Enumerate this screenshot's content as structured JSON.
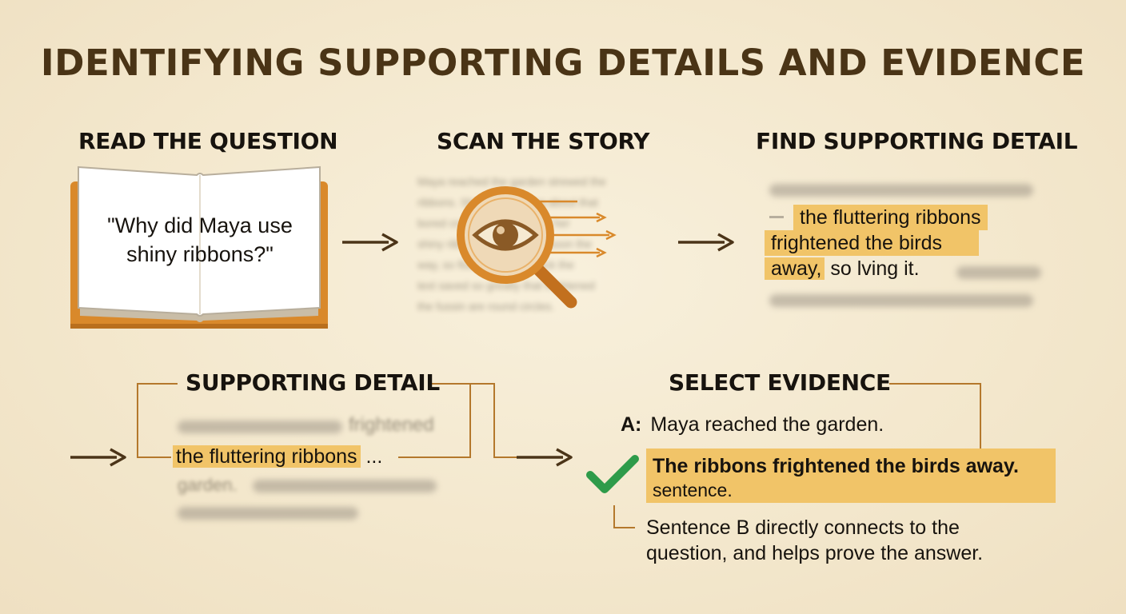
{
  "title": "IDENTIFYING SUPPORTING DETAILS AND EVIDENCE",
  "steps": {
    "read": {
      "heading": "READ THE QUESTION",
      "question": "\"Why did Maya use shiny ribbons?\""
    },
    "scan": {
      "heading": "SCAN THE STORY"
    },
    "find": {
      "heading": "FIND SUPPORTING DETAIL",
      "line1": "the fluttering ribbons",
      "line2": "frightened the birds",
      "line3_bold": "away,",
      "line3_rest": " so lving it."
    },
    "detail": {
      "heading": "SUPPORTING DETAIL",
      "blur_word": "frightened",
      "highlight": "the fluttering ribbons",
      "ellipsis": " ...",
      "blur_word2": "garden."
    },
    "select": {
      "heading": "SELECT EVIDENCE",
      "option_a_letter": "A:",
      "option_a_text": "Maya reached the garden.",
      "option_b_bold": "The ribbons frightened the birds away.",
      "option_b_rest": "sentence.",
      "explanation_line1": "Sentence B directly connects to the",
      "explanation_line2": "question, and helps prove the answer."
    }
  },
  "colors": {
    "background": "#f6ecd6",
    "title": "#4a3416",
    "accent_orange": "#d9892b",
    "highlight": "#f1c468",
    "arrow": "#4b3418",
    "check": "#2e9b4a",
    "line": "#b4782c"
  },
  "icons": {
    "book": "open-book-icon",
    "magnifier": "magnifying-glass-eye-icon",
    "check": "check-mark-icon"
  }
}
